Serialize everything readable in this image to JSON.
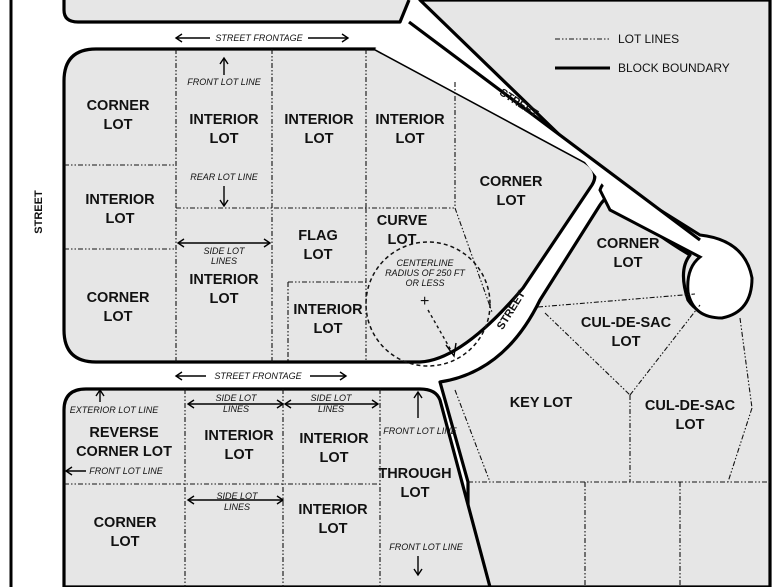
{
  "legend": {
    "lot_lines": "LOT LINES",
    "block_boundary": "BLOCK BOUNDARY"
  },
  "streets": {
    "left": "STREET",
    "diagonal_top": "STREET",
    "diagonal_lower": "STREET"
  },
  "lots": {
    "corner_top_left": [
      "CORNER",
      "LOT"
    ],
    "interior_1": [
      "INTERIOR",
      "LOT"
    ],
    "interior_2": [
      "INTERIOR",
      "LOT"
    ],
    "interior_3": [
      "INTERIOR",
      "LOT"
    ],
    "corner_right": [
      "CORNER",
      "LOT"
    ],
    "interior_left_mid": [
      "INTERIOR",
      "LOT"
    ],
    "flag": [
      "FLAG",
      "LOT"
    ],
    "curve": [
      "CURVE",
      "LOT"
    ],
    "corner_bottom_left_upper": [
      "CORNER",
      "LOT"
    ],
    "interior_lower": [
      "INTERIOR",
      "LOT"
    ],
    "interior_under_flag": [
      "INTERIOR",
      "LOT"
    ],
    "corner_cul": [
      "CORNER",
      "LOT"
    ],
    "cul_de_sac_1": [
      "CUL-DE-SAC",
      "LOT"
    ],
    "cul_de_sac_2": [
      "CUL-DE-SAC",
      "LOT"
    ],
    "key": [
      "KEY LOT"
    ],
    "reverse_corner": [
      "REVERSE",
      "CORNER LOT"
    ],
    "interior_b1": [
      "INTERIOR",
      "LOT"
    ],
    "interior_b2": [
      "INTERIOR",
      "LOT"
    ],
    "through": [
      "THROUGH",
      "LOT"
    ],
    "corner_bottom": [
      "CORNER",
      "LOT"
    ],
    "interior_b3": [
      "INTERIOR",
      "LOT"
    ]
  },
  "annotations": {
    "street_frontage_top": "STREET FRONTAGE",
    "street_frontage_mid": "STREET FRONTAGE",
    "front_lot_line_top": "FRONT LOT LINE",
    "rear_lot_line": "REAR LOT LINE",
    "side_lot_lines_mid": [
      "SIDE LOT",
      "LINES"
    ],
    "centerline": [
      "CENTERLINE",
      "RADIUS OF 250 FT",
      "OR LESS"
    ],
    "exterior_lot_line": "EXTERIOR LOT LINE",
    "front_lot_line_reverse": "FRONT LOT LINE",
    "side_lot_lines_b1": [
      "SIDE LOT",
      "LINES"
    ],
    "side_lot_lines_b2": [
      "SIDE LOT",
      "LINES"
    ],
    "front_lot_line_through_top": "FRONT LOT LINE",
    "side_lot_lines_b3": [
      "SIDE LOT",
      "LINES"
    ],
    "front_lot_line_through_bottom": "FRONT LOT LINE"
  }
}
